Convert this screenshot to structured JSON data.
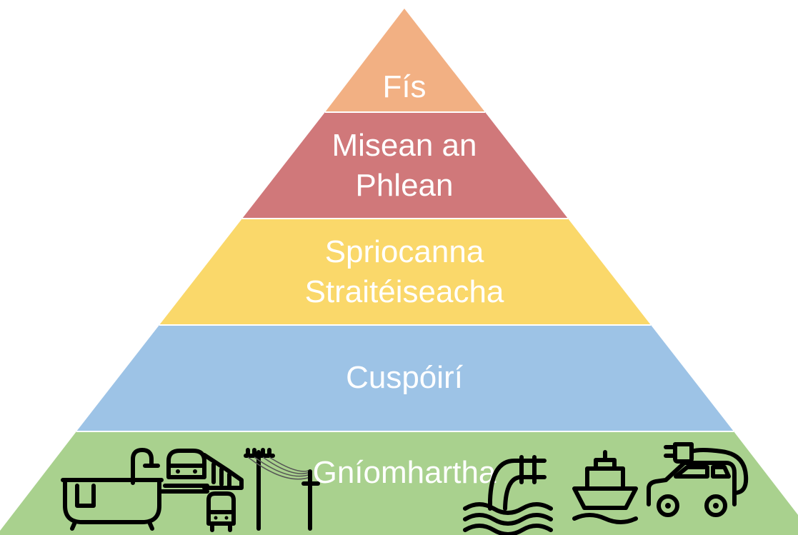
{
  "pyramid": {
    "tiers": [
      {
        "lines": [
          "Fís"
        ],
        "color": "#f2b083"
      },
      {
        "lines": [
          "Misean an",
          "Phlean"
        ],
        "color": "#d0787a"
      },
      {
        "lines": [
          "Spriocanna",
          "Straitéiseacha"
        ],
        "color": "#fad86a"
      },
      {
        "lines": [
          "Cuspóirí"
        ],
        "color": "#9dc3e6"
      },
      {
        "lines": [
          "Gníomhartha"
        ],
        "color": "#a9d18e"
      }
    ],
    "icons": [
      "bathtub-icon",
      "train-icon",
      "bus-icon",
      "power-pole-icon",
      "power-pole-small-icon",
      "outflow-pipe-icon",
      "ship-icon",
      "electric-car-icon"
    ]
  }
}
